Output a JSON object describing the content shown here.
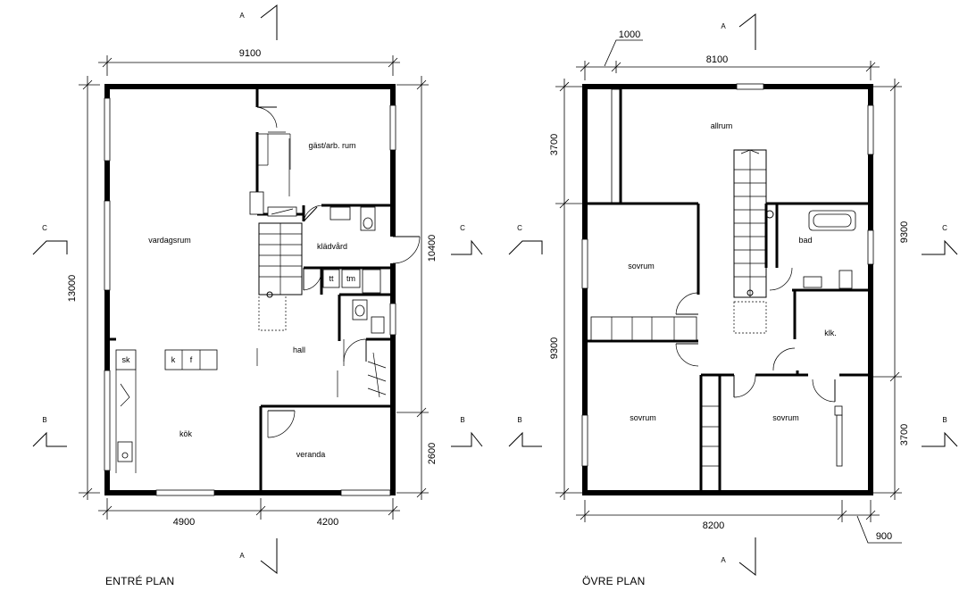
{
  "plans": [
    {
      "title": "ENTRÉ PLAN",
      "dims": {
        "top": "9100",
        "left": "13000",
        "right_upper": "10400",
        "right_lower": "2600",
        "bottom_left": "4900",
        "bottom_right": "4200"
      },
      "rooms": {
        "vardagsrum": "vardagsrum",
        "gast": "gäst/arb. rum",
        "kladvard": "klädvård",
        "hall": "hall",
        "kok": "kök",
        "veranda": "veranda"
      },
      "fixtures": {
        "tt": "tt",
        "tm": "tm",
        "sk": "sk",
        "k": "k",
        "f": "f"
      }
    },
    {
      "title": "ÖVRE PLAN",
      "dims": {
        "top": "8100",
        "top_callout": "1000",
        "left_upper": "3700",
        "left_lower": "9300",
        "right_upper": "9300",
        "right_lower": "3700",
        "bottom": "8200",
        "bottom_callout": "900"
      },
      "rooms": {
        "allrum": "allrum",
        "sovrum_left": "sovrum",
        "bad": "bad",
        "klk": "klk.",
        "sovrum_bottom_left": "sovrum",
        "sovrum_bottom_right": "sovrum"
      }
    }
  ],
  "section_markers": {
    "a": "A",
    "b": "B",
    "c": "C"
  }
}
